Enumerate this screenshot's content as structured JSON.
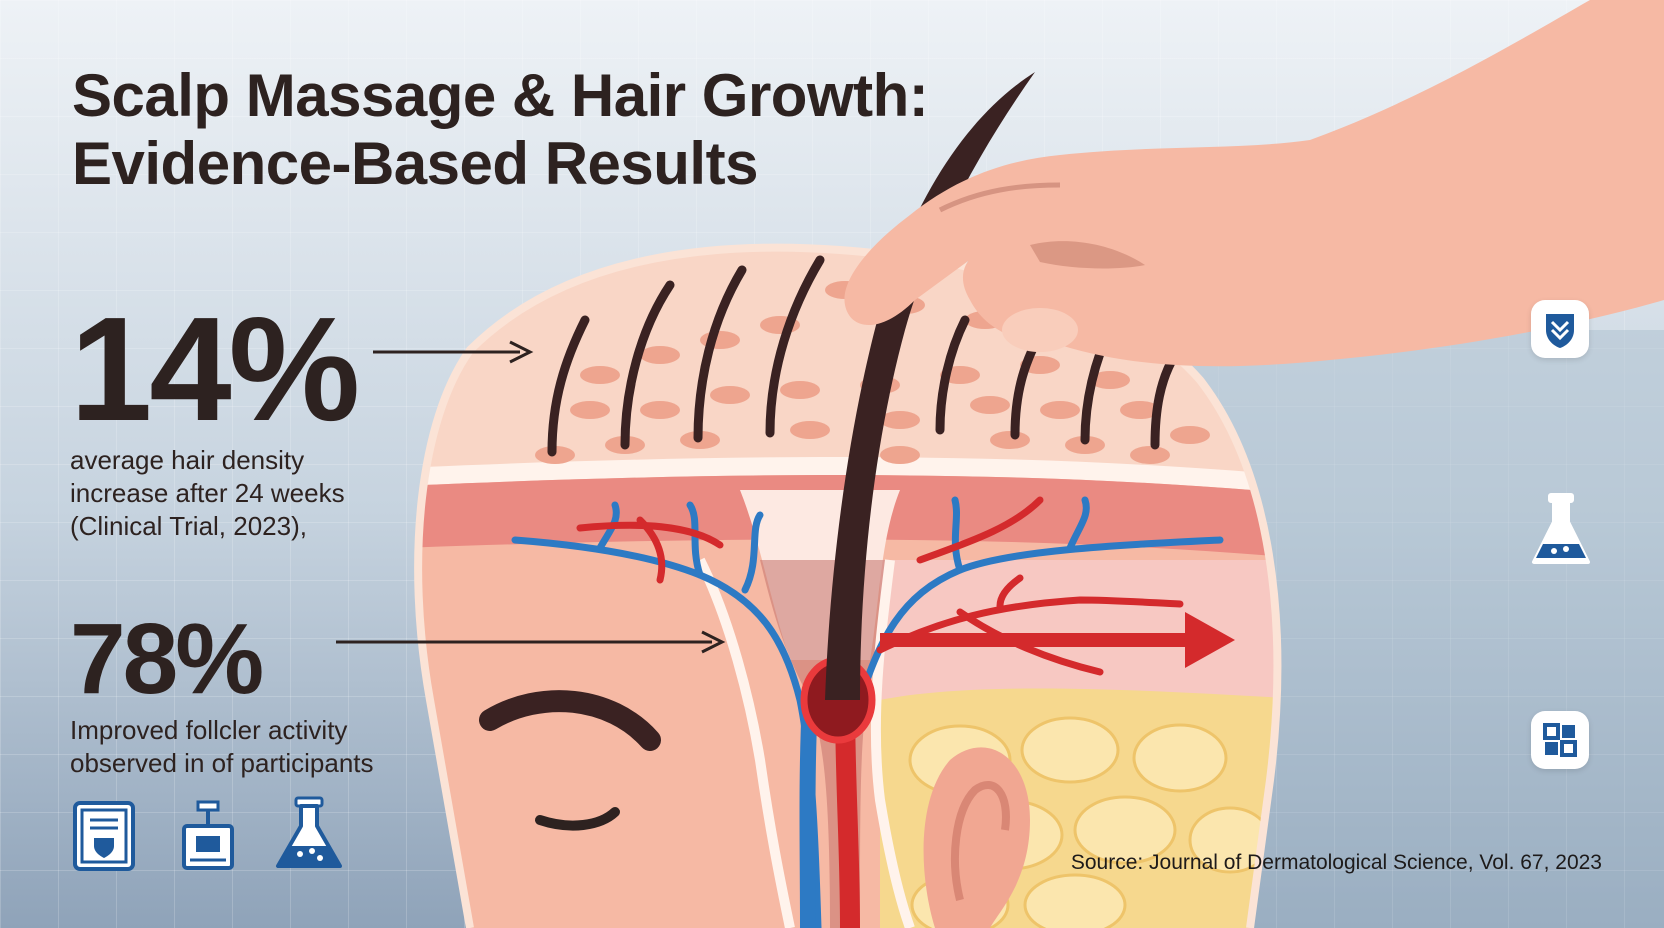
{
  "title": {
    "line1": "Scalp Massage & Hair Growth:",
    "line2": "Evidence-Based Results"
  },
  "stats": [
    {
      "value": "14%",
      "description": "average hair density\nincrease after 24 weeks\n(Clinical Trial, 2023),"
    },
    {
      "value": "78%",
      "description": "Improved follcler activity\nobserved in of participants"
    }
  ],
  "source": "Source: Journal of Dermatological Science, Vol. 67, 2023",
  "icons": {
    "bottom_row": [
      "journal-icon",
      "lab-equipment-icon",
      "flask-icon"
    ],
    "right_column": [
      "shield-badge-icon",
      "flask-badge-icon",
      "grid-badge-icon"
    ]
  },
  "colors": {
    "text": "#2d2220",
    "skin": "#f6b9a4",
    "hair": "#3a2222",
    "artery": "#d42a2c",
    "vein": "#2d7ac4",
    "fat": "#f6d88e",
    "icon_blue": "#1f5a9c"
  }
}
